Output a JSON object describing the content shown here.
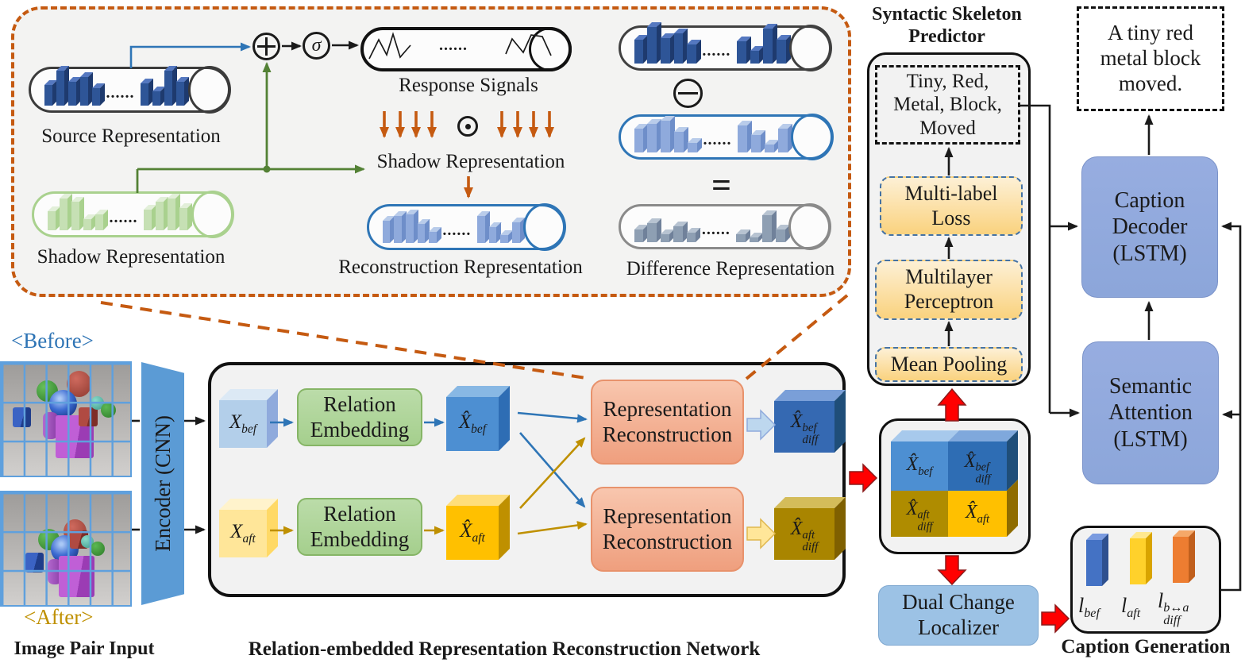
{
  "colors": {
    "accent_orange": "#C55A11",
    "panel_gray": "#F2F2F2",
    "dark_blue": "#2E5597",
    "blue": "#2E75B6",
    "light_blue": "#8FAADC",
    "green": "#A9D18E",
    "dark_green": "#538135",
    "gold": "#FFC000",
    "dark_gold": "#BF9000",
    "salmon": "#F2A58A",
    "localizer_blue": "#9CC2E5",
    "red_arrow": "#FF0000"
  },
  "magnifier": {
    "source_label": "Source Representation",
    "shadow_label": "Shadow Representation",
    "response_label": "Response Signals",
    "shadow_mid_label": "Shadow Representation",
    "reconstruction_label": "Reconstruction Representation",
    "difference_label": "Difference Representation",
    "sigma": "σ",
    "equals": "=",
    "bars": {
      "source": {
        "dots": "......",
        "left": [
          26,
          44,
          30,
          36,
          22
        ],
        "right": [
          28,
          18,
          44,
          30
        ],
        "front": "#2E5597",
        "top": "#5578C0",
        "side": "#1E3A6E"
      },
      "shadow": {
        "dots": "......",
        "left": [
          24,
          40,
          36,
          14,
          20
        ],
        "right": [
          26,
          36,
          40,
          28
        ],
        "front": "#C6E0B4",
        "top": "#E2EFD9",
        "side": "#A9D18E"
      },
      "reconstruction": {
        "dots": "......",
        "left": [
          28,
          34,
          36,
          24,
          14
        ],
        "right": [
          34,
          20,
          10,
          26
        ],
        "front": "#8FAADC",
        "top": "#B9CCEA",
        "side": "#6E8EC9"
      },
      "minuend": {
        "dots": "......",
        "left": [
          30,
          46,
          32,
          38,
          24
        ],
        "right": [
          28,
          16,
          44,
          30
        ],
        "front": "#2E5597",
        "top": "#5578C0",
        "side": "#1E3A6E"
      },
      "subtrahend": {
        "dots": "......",
        "left": [
          30,
          36,
          40,
          26,
          12
        ],
        "right": [
          34,
          22,
          10,
          30
        ],
        "front": "#8FAADC",
        "top": "#B9CCEA",
        "side": "#6E8EC9"
      },
      "difference": {
        "dots": "......",
        "left": [
          16,
          24,
          10,
          20,
          12
        ],
        "right": [
          10,
          6,
          34,
          16
        ],
        "front": "#8E9FB3",
        "top": "#B7C3D1",
        "side": "#70819A"
      }
    },
    "response_dots": "......"
  },
  "skeleton": {
    "title": "Syntactic Skeleton\nPredictor",
    "words": "Tiny, Red,\nMetal, Block,\nMoved",
    "multilabel": "Multi-label\nLoss",
    "mlp": "Multilayer\nPerceptron",
    "pooling": "Mean Pooling"
  },
  "output": {
    "caption": "A tiny red\nmetal block\nmoved.",
    "decoder": "Caption\nDecoder\n(LSTM)",
    "attention": "Semantic\nAttention\n(LSTM)"
  },
  "input": {
    "before": "<Before>",
    "after": "<After>",
    "label": "Image Pair Input",
    "encoder": "Encoder (CNN)"
  },
  "network": {
    "label": "Relation-embedded Representation Reconstruction Network",
    "relation_embedding": "Relation\nEmbedding",
    "reconstruction": "Representation\nReconstruction",
    "x_bef": {
      "base": "X",
      "sub": "bef"
    },
    "x_aft": {
      "base": "X",
      "sub": "aft"
    },
    "xhat_bef": {
      "base": "X̂",
      "sub": "bef"
    },
    "xhat_aft": {
      "base": "X̂",
      "sub": "aft"
    },
    "xhat_diff_bef": {
      "base": "X̂",
      "sub": "diff",
      "sup": "bef"
    },
    "xhat_diff_aft": {
      "base": "X̂",
      "sub": "diff",
      "sup": "aft"
    }
  },
  "fusion": {
    "xhat_bef": {
      "base": "X̂",
      "sub": "bef"
    },
    "xhat_aft": {
      "base": "X̂",
      "sub": "aft"
    },
    "xhat_diff_bef": {
      "base": "X̂",
      "sub": "diff",
      "sup": "bef"
    },
    "xhat_diff_aft": {
      "base": "X̂",
      "sub": "diff",
      "sup": "aft"
    }
  },
  "localizer": {
    "label": "Dual Change\nLocalizer"
  },
  "generation": {
    "label": "Caption Generation",
    "l_bef": {
      "base": "l",
      "sub": "bef"
    },
    "l_aft": {
      "base": "l",
      "sub": "aft"
    },
    "l_diff": {
      "base": "l",
      "sub": "diff",
      "sup": "b↔a"
    }
  }
}
